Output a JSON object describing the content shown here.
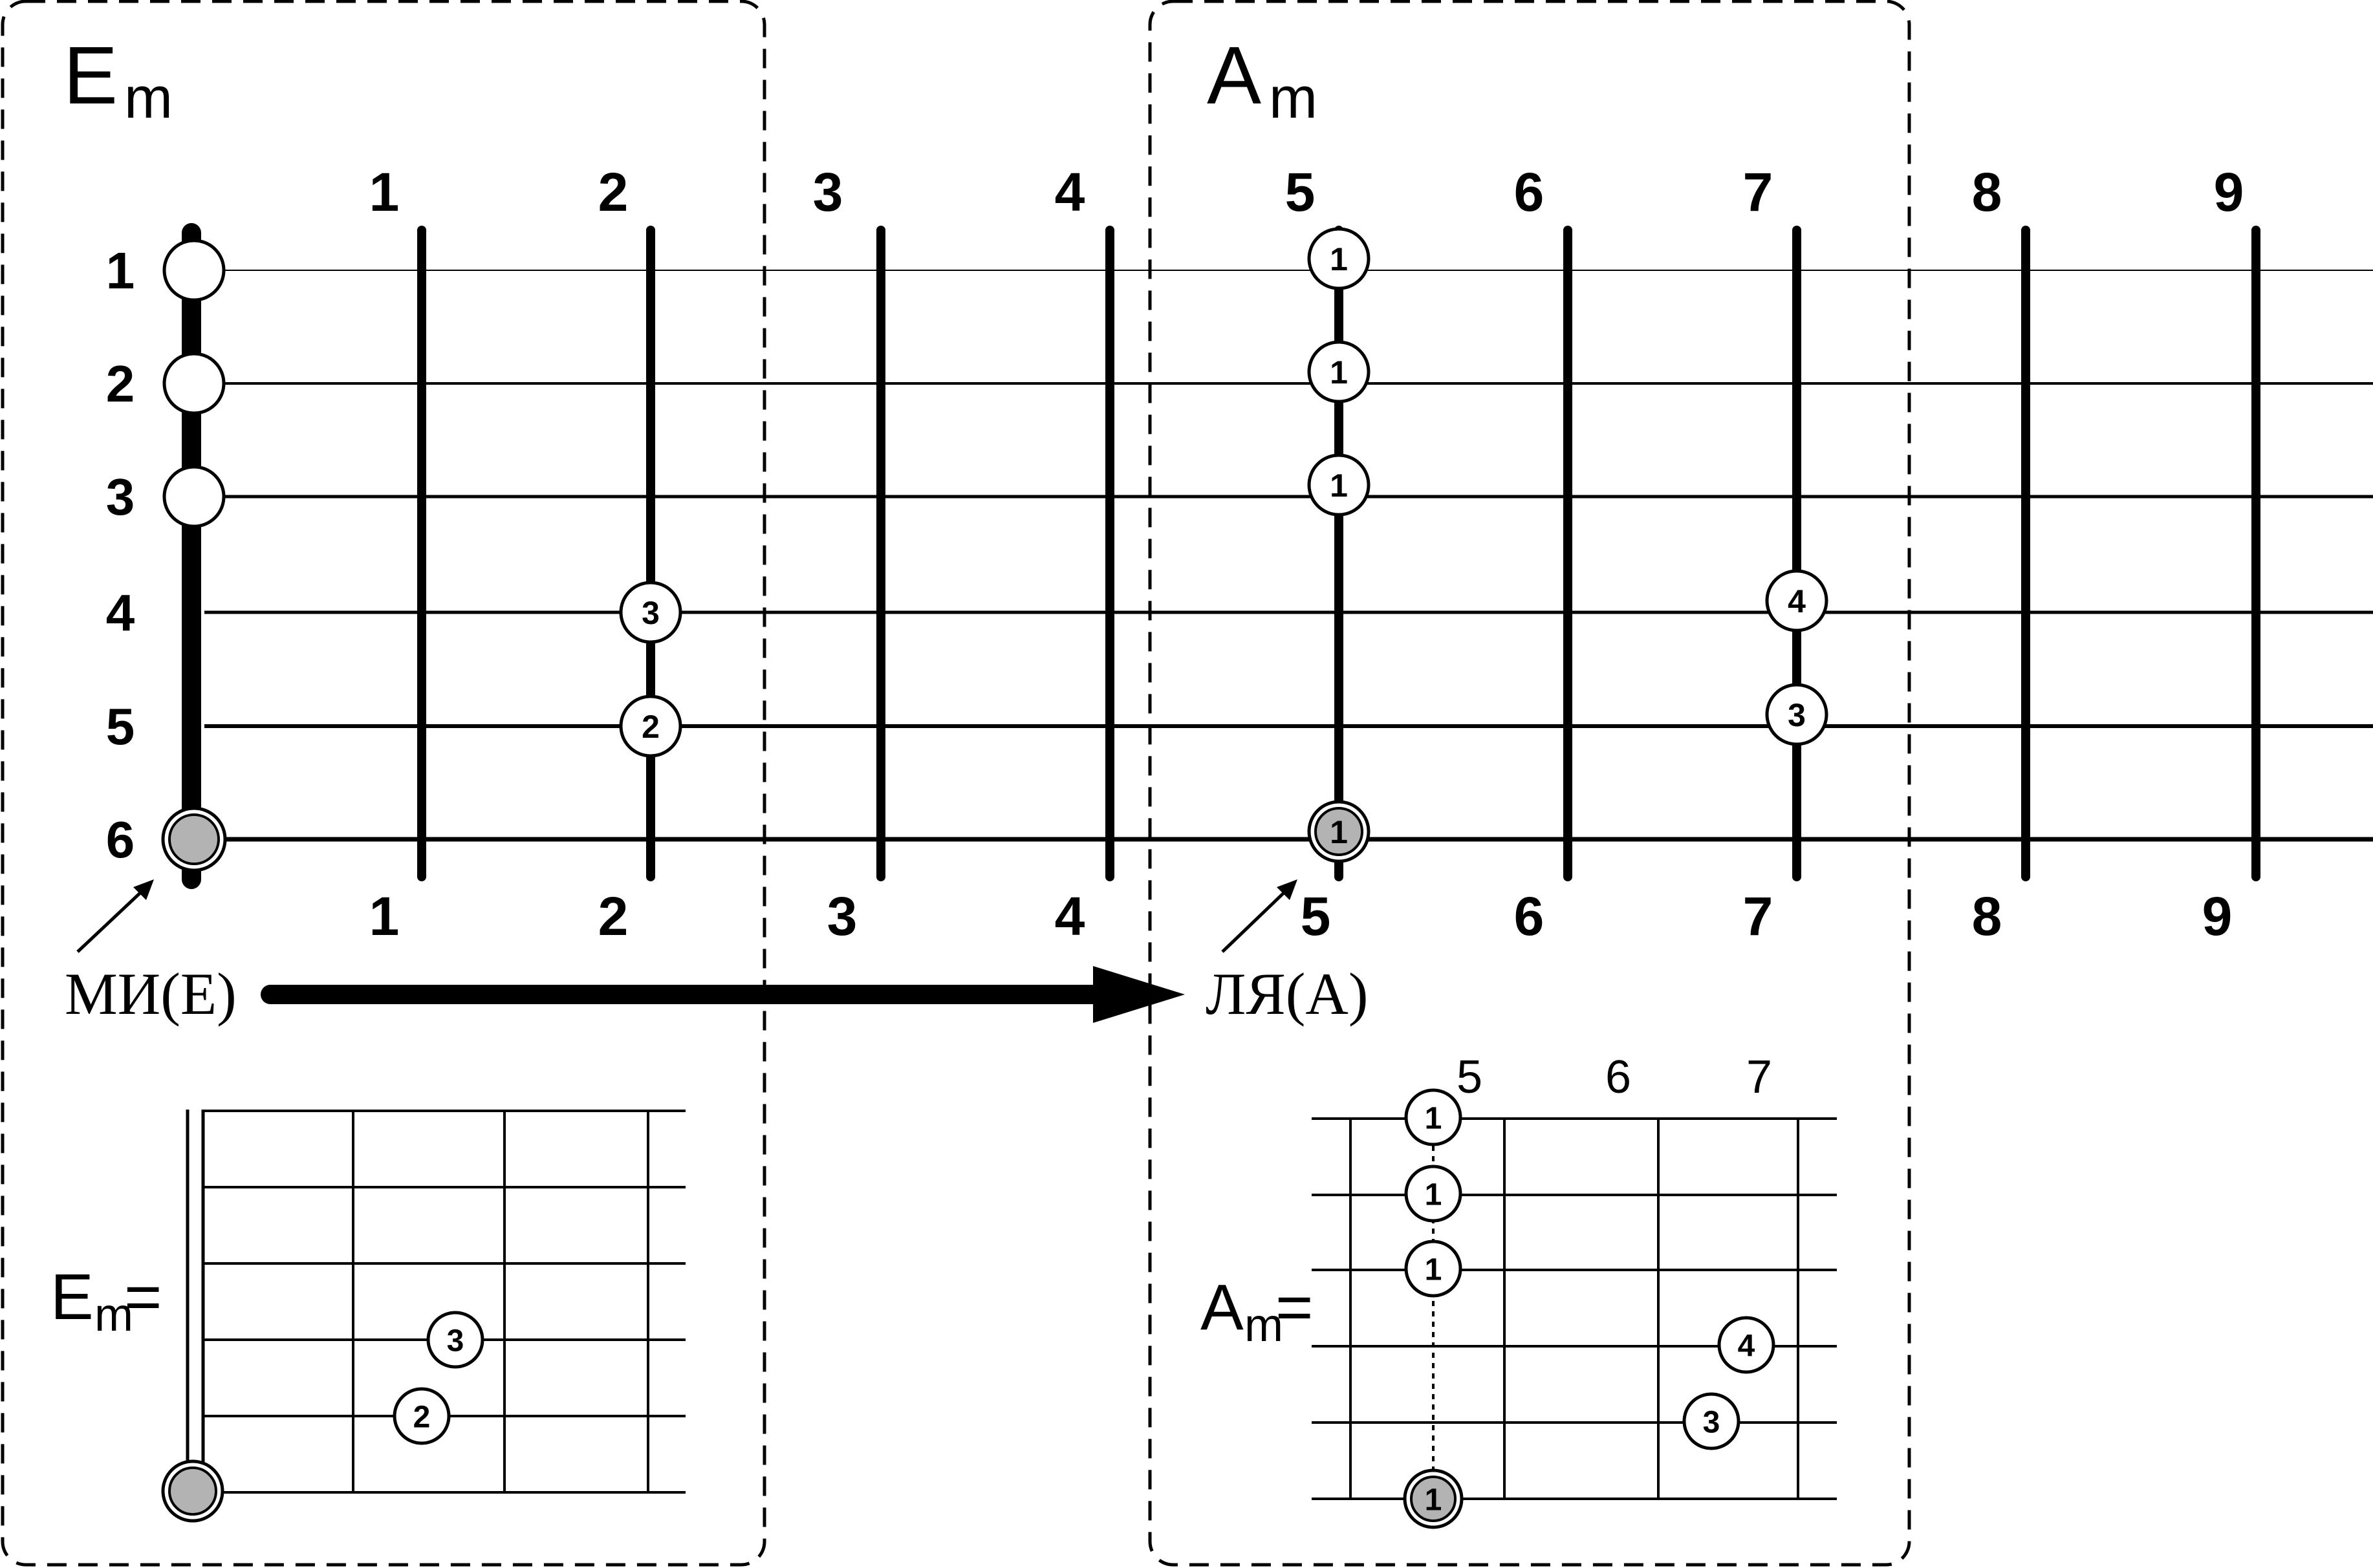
{
  "chords": {
    "em": {
      "letter": "E",
      "sub": "m",
      "eq": "="
    },
    "am": {
      "letter": "A",
      "sub": "m",
      "eq": "="
    }
  },
  "main": {
    "fret_numbers_top": [
      "1",
      "2",
      "3",
      "4",
      "5",
      "6",
      "7",
      "8",
      "9"
    ],
    "fret_numbers_bottom": [
      "1",
      "2",
      "3",
      "4",
      "5",
      "6",
      "7",
      "8",
      "9"
    ],
    "string_numbers": [
      "1",
      "2",
      "3",
      "4",
      "5",
      "6"
    ],
    "em_open_strings": [
      1,
      2,
      3,
      6
    ],
    "em_fingers": [
      {
        "string": 4,
        "fret": 2,
        "finger": "3"
      },
      {
        "string": 5,
        "fret": 2,
        "finger": "2"
      }
    ],
    "am_fingers": [
      {
        "string": 1,
        "fret": 5,
        "finger": "1"
      },
      {
        "string": 2,
        "fret": 5,
        "finger": "1"
      },
      {
        "string": 3,
        "fret": 5,
        "finger": "1"
      },
      {
        "string": 4,
        "fret": 7,
        "finger": "4"
      },
      {
        "string": 5,
        "fret": 7,
        "finger": "3"
      },
      {
        "string": 6,
        "fret": 5,
        "finger": "1",
        "root": true
      }
    ]
  },
  "labels": {
    "from": "МИ(E)",
    "to": "ЛЯ(A)"
  },
  "small_am_frets": [
    "5",
    "6",
    "7"
  ],
  "small_em_fingers": [
    {
      "string": 4,
      "finger": "3"
    },
    {
      "string": 5,
      "finger": "2"
    }
  ],
  "small_am_fingers": [
    {
      "string": 1,
      "finger": "1"
    },
    {
      "string": 2,
      "finger": "1"
    },
    {
      "string": 3,
      "finger": "1"
    },
    {
      "string": 4,
      "finger": "4"
    },
    {
      "string": 5,
      "finger": "3"
    },
    {
      "string": 6,
      "finger": "1"
    }
  ],
  "colors": {
    "ink": "#000000",
    "root_fill": "#b3b3b3",
    "open_fill": "#ffffff"
  }
}
